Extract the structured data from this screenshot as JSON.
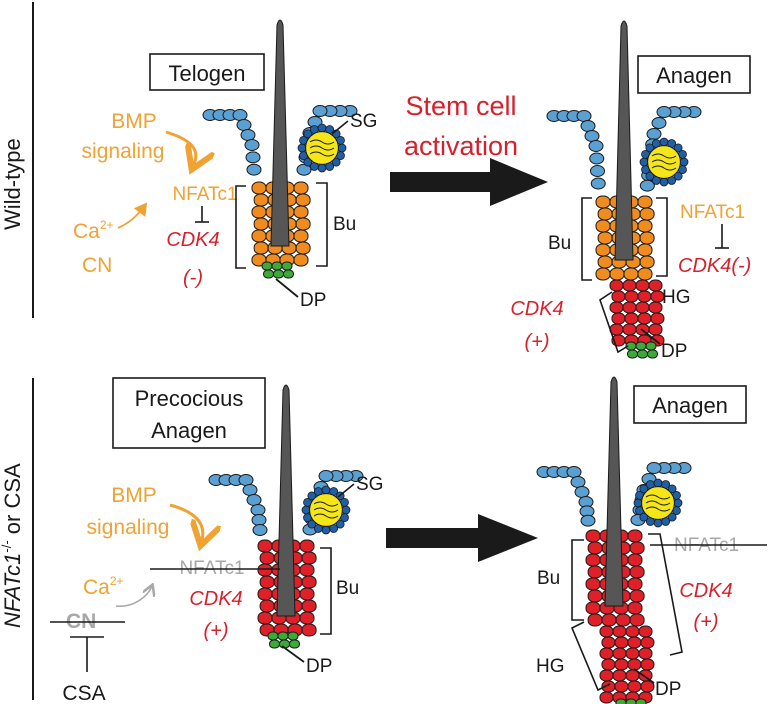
{
  "colors": {
    "stem": "#565656",
    "sheath": "#5aa0d2",
    "orange_cells": "#f08c1e",
    "red_cells": "#e02028",
    "green_cells": "#3daa38",
    "sebaceous": "#f5e61a",
    "sebaceous_ring": "#1f5fa8",
    "label_orange": "#f0a232",
    "label_red": "#d8202c",
    "label_grey": "#a8a8a8"
  },
  "row_labels": {
    "wild_type": "Wild-type",
    "mutant_gene": "NFATc1",
    "mutant_sup": "-/-",
    "mutant_rest": " or CSA"
  },
  "panels": {
    "top_left": {
      "box": "Telogen"
    },
    "top_right": {
      "box": "Anagen"
    },
    "bottom_left": {
      "box_line1": "Precocious",
      "box_line2": "Anagen"
    },
    "bottom_right": {
      "box": "Anagen"
    }
  },
  "arrow": {
    "label_line1": "Stem cell",
    "label_line2": "activation"
  },
  "labels": {
    "bmp": "BMP",
    "signaling": "signaling",
    "nfatc1": "NFATc1",
    "ca": "Ca",
    "ca_sup": "2+",
    "cn": "CN",
    "cdk4": "CDK4",
    "minus": "(-)",
    "plus": "(+)",
    "cdk4_minus": "CDK4(-)",
    "sg": "SG",
    "bu": "Bu",
    "dp": "DP",
    "hg": "HG",
    "csa": "CSA"
  }
}
